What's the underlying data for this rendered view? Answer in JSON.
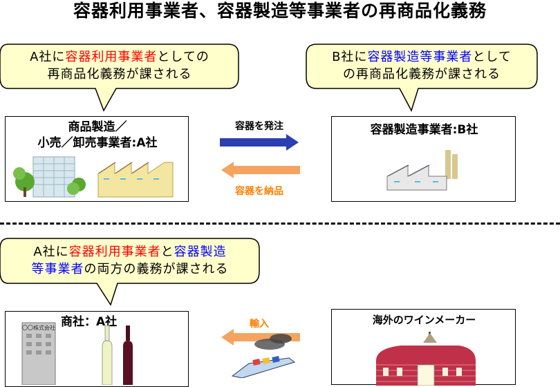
{
  "title": "容器利用事業者、容器製造等事業者の再商品化義務",
  "top_section": {
    "callout_a": {
      "prefix": "A社に",
      "highlight": "容器利用事業者",
      "suffix_line1": "としての",
      "line2": "再商品化義務が課される"
    },
    "callout_b": {
      "prefix": "B社に",
      "highlight": "容器製造等事業者",
      "suffix_line1": "として",
      "line2": "の再商品化義務が課される"
    },
    "company_a_box": {
      "line1": "商品製造／",
      "line2": "小売／卸売事業者:A社"
    },
    "company_b_box": {
      "label": "容器製造事業者:B社"
    },
    "order_label": "容器を発注",
    "deliver_label": "容器を納品",
    "colors": {
      "order_arrow": "#2a3fb0",
      "deliver_arrow": "#f4a460",
      "deliver_label": "#ff7f00"
    }
  },
  "bottom_section": {
    "callout": {
      "prefix": "A社に",
      "highlight_red": "容器利用事業者",
      "middle": "と",
      "highlight_blue_1": "容器製造",
      "highlight_blue_2": "等事業者",
      "suffix": "の両方の義務が課される"
    },
    "trading_box": {
      "label": "商社：A社",
      "building_sign": "〇〇株式会社"
    },
    "import_label": "輸入",
    "winemaker_box": {
      "label": "海外のワインメーカー"
    }
  },
  "colors": {
    "callout_fill": "#ffffcc",
    "red": "#ff0000",
    "blue": "#0000ff"
  }
}
